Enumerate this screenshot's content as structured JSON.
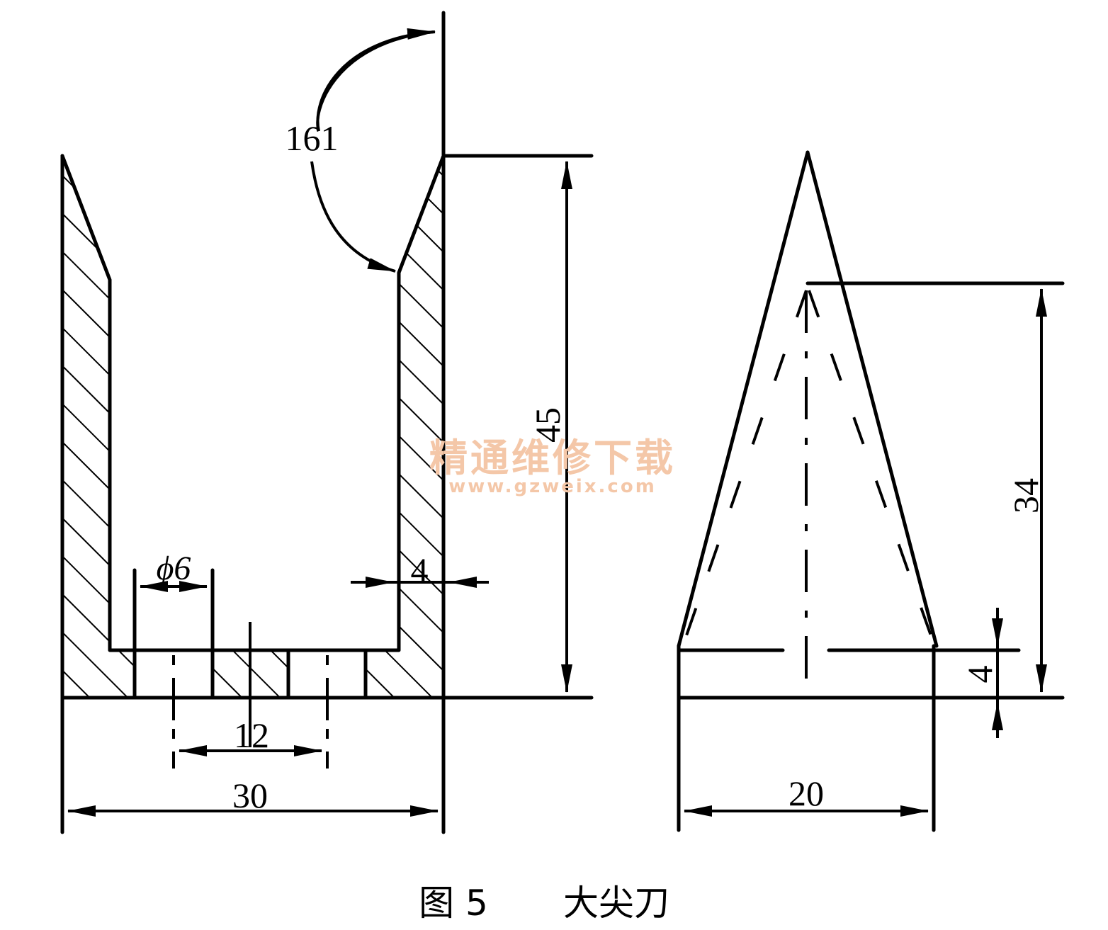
{
  "figure": {
    "caption_label": "图 5",
    "caption_title": "大尖刀"
  },
  "dimensions": {
    "angle": "161",
    "height_left": "45",
    "wall_thickness": "4",
    "hole_diameter": "ϕ6",
    "hole_spacing": "12",
    "width_left": "30",
    "height_right": "34",
    "base_thickness": "4",
    "width_right": "20"
  },
  "watermark": {
    "line1": "精通维修下载",
    "line2": "www.gzweix.com"
  },
  "colors": {
    "ink": "#000000",
    "watermark": "#f4c7a8"
  }
}
